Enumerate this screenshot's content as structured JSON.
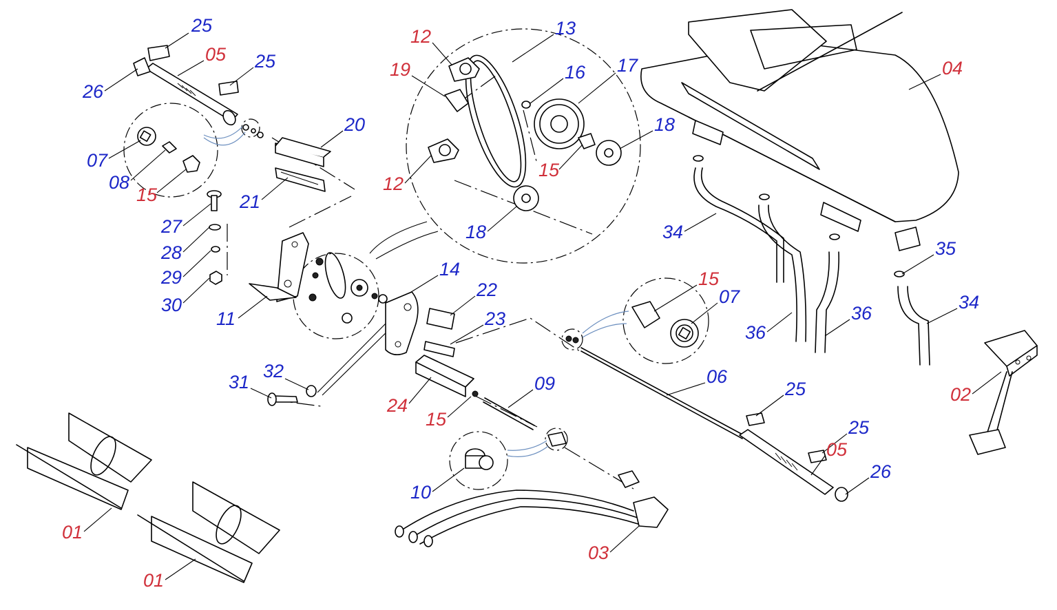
{
  "colors": {
    "ink": "#000000",
    "fabricated_part_label": "#d0303a",
    "purchased_part_label": "#1c27c8",
    "detail_leader": "#6c8fbf",
    "background": "#ffffff"
  },
  "callouts": [
    {
      "id": "l25a",
      "text": "25",
      "group": "purchased"
    },
    {
      "id": "l05a",
      "text": "05",
      "group": "fabricated"
    },
    {
      "id": "l25b",
      "text": "25",
      "group": "purchased"
    },
    {
      "id": "l26a",
      "text": "26",
      "group": "purchased"
    },
    {
      "id": "l07a",
      "text": "07",
      "group": "purchased"
    },
    {
      "id": "l08",
      "text": "08",
      "group": "purchased"
    },
    {
      "id": "l15a",
      "text": "15",
      "group": "fabricated"
    },
    {
      "id": "l20",
      "text": "20",
      "group": "purchased"
    },
    {
      "id": "l21",
      "text": "21",
      "group": "purchased"
    },
    {
      "id": "l27",
      "text": "27",
      "group": "purchased"
    },
    {
      "id": "l28",
      "text": "28",
      "group": "purchased"
    },
    {
      "id": "l29",
      "text": "29",
      "group": "purchased"
    },
    {
      "id": "l30",
      "text": "30",
      "group": "purchased"
    },
    {
      "id": "l11",
      "text": "11",
      "group": "purchased"
    },
    {
      "id": "l12a",
      "text": "12",
      "group": "fabricated"
    },
    {
      "id": "l13",
      "text": "13",
      "group": "purchased"
    },
    {
      "id": "l19",
      "text": "19",
      "group": "fabricated"
    },
    {
      "id": "l16",
      "text": "16",
      "group": "purchased"
    },
    {
      "id": "l17",
      "text": "17",
      "group": "purchased"
    },
    {
      "id": "l12b",
      "text": "12",
      "group": "fabricated"
    },
    {
      "id": "l15b",
      "text": "15",
      "group": "fabricated"
    },
    {
      "id": "l18a",
      "text": "18",
      "group": "purchased"
    },
    {
      "id": "l18b",
      "text": "18",
      "group": "purchased"
    },
    {
      "id": "l14",
      "text": "14",
      "group": "purchased"
    },
    {
      "id": "l22",
      "text": "22",
      "group": "purchased"
    },
    {
      "id": "l23",
      "text": "23",
      "group": "purchased"
    },
    {
      "id": "l31",
      "text": "31",
      "group": "purchased"
    },
    {
      "id": "l32",
      "text": "32",
      "group": "purchased"
    },
    {
      "id": "l24",
      "text": "24",
      "group": "fabricated"
    },
    {
      "id": "l15c",
      "text": "15",
      "group": "fabricated"
    },
    {
      "id": "l09",
      "text": "09",
      "group": "purchased"
    },
    {
      "id": "l10",
      "text": "10",
      "group": "purchased"
    },
    {
      "id": "l03",
      "text": "03",
      "group": "fabricated"
    },
    {
      "id": "l01a",
      "text": "01",
      "group": "fabricated"
    },
    {
      "id": "l01b",
      "text": "01",
      "group": "fabricated"
    },
    {
      "id": "l15d",
      "text": "15",
      "group": "fabricated"
    },
    {
      "id": "l07b",
      "text": "07",
      "group": "purchased"
    },
    {
      "id": "l06",
      "text": "06",
      "group": "purchased"
    },
    {
      "id": "l25c",
      "text": "25",
      "group": "purchased"
    },
    {
      "id": "l25d",
      "text": "25",
      "group": "purchased"
    },
    {
      "id": "l05b",
      "text": "05",
      "group": "fabricated"
    },
    {
      "id": "l26b",
      "text": "26",
      "group": "purchased"
    },
    {
      "id": "l04",
      "text": "04",
      "group": "fabricated"
    },
    {
      "id": "l34a",
      "text": "34",
      "group": "purchased"
    },
    {
      "id": "l35",
      "text": "35",
      "group": "purchased"
    },
    {
      "id": "l34b",
      "text": "34",
      "group": "purchased"
    },
    {
      "id": "l36a",
      "text": "36",
      "group": "purchased"
    },
    {
      "id": "l36b",
      "text": "36",
      "group": "purchased"
    },
    {
      "id": "l02",
      "text": "02",
      "group": "fabricated"
    }
  ]
}
